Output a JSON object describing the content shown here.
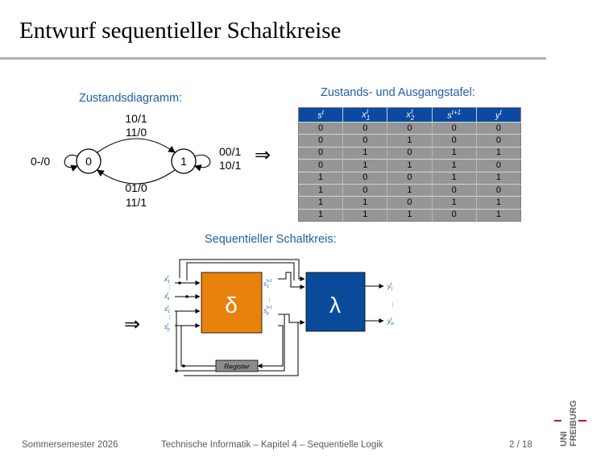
{
  "title": "Entwurf sequentieller Schaltkreise",
  "captions": {
    "diagram": "Zustandsdiagramm:",
    "table": "Zustands- und Ausgangstafel:",
    "circuit": "Sequentieller Schaltkreis:"
  },
  "diagram": {
    "state0": "0",
    "state1": "1",
    "top_label_1": "10/1",
    "top_label_2": "11/0",
    "bottom_label_1": "01/0",
    "bottom_label_2": "11/1",
    "self0": "0-/0",
    "self1_a": "00/1",
    "self1_b": "10/1"
  },
  "implies": "⇒",
  "table": {
    "headers": [
      "s^t",
      "x_1^t",
      "x_2^t",
      "s^{t+1}",
      "y^t"
    ],
    "rows": [
      [
        "0",
        "0",
        "0",
        "0",
        "0"
      ],
      [
        "0",
        "0",
        "1",
        "0",
        "0"
      ],
      [
        "0",
        "1",
        "0",
        "1",
        "1"
      ],
      [
        "0",
        "1",
        "1",
        "1",
        "0"
      ],
      [
        "1",
        "0",
        "0",
        "1",
        "1"
      ],
      [
        "1",
        "0",
        "1",
        "0",
        "0"
      ],
      [
        "1",
        "1",
        "0",
        "1",
        "1"
      ],
      [
        "1",
        "1",
        "1",
        "0",
        "1"
      ]
    ]
  },
  "circuit": {
    "delta": "δ",
    "lambda": "λ",
    "register": "Register",
    "colors": {
      "delta": "#e8820c",
      "lambda": "#0a4b9b",
      "register": "#8c8c8c",
      "label": "#1f5fab"
    }
  },
  "footer": {
    "left": "Sommersemester 2026",
    "middle": "Technische Informatik – Kapitel 4 – Sequentielle Logik",
    "page": "2 / 18"
  },
  "logo": {
    "line1": "UNI",
    "line2": "FREIBURG"
  }
}
